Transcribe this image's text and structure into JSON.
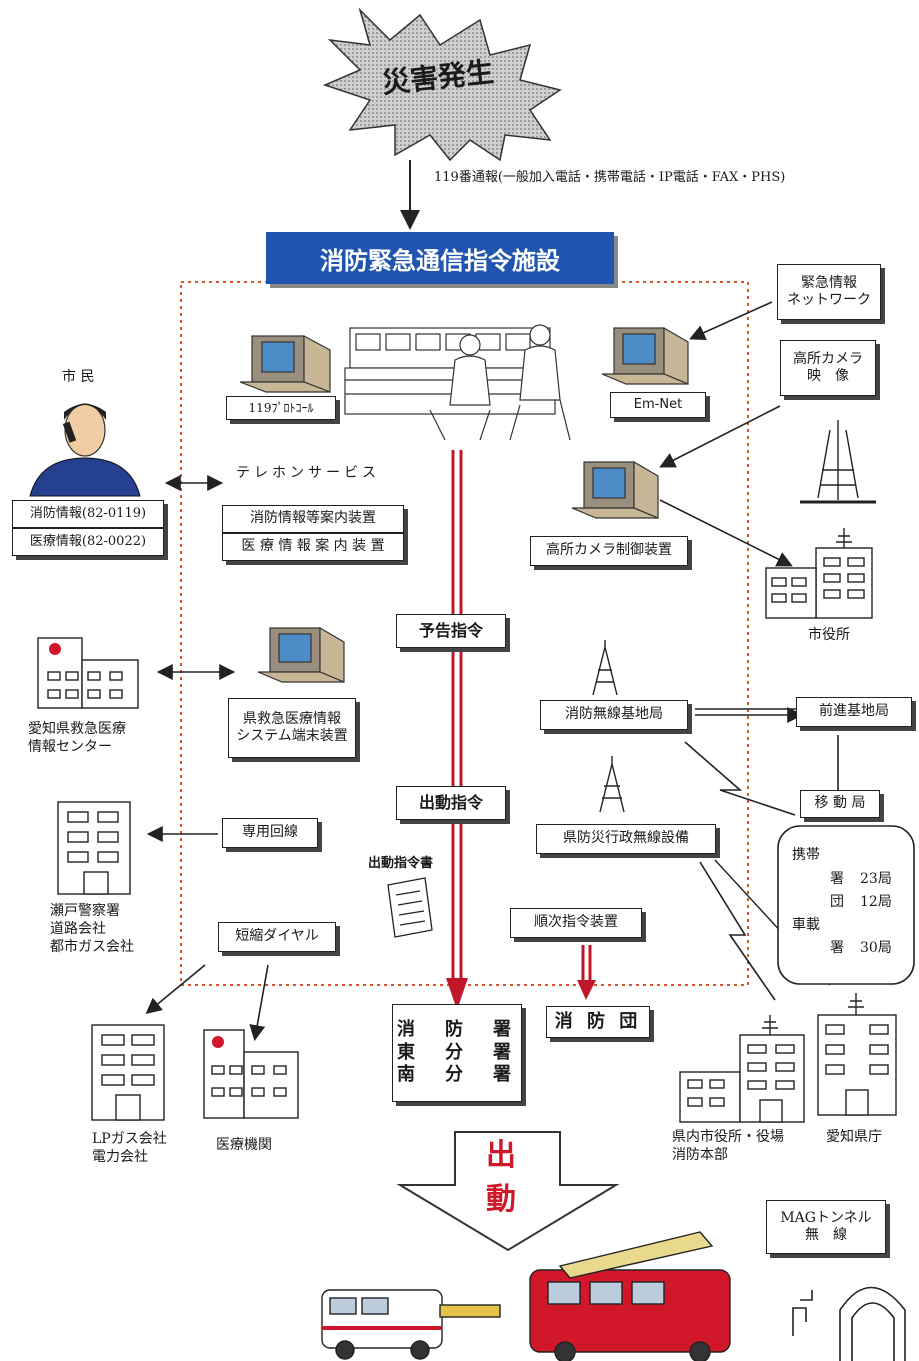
{
  "disaster": "災害発生",
  "report_119": "119番通報(一般加入電話・携帯電話・IP電話・FAX・PHS)",
  "facility": "消防緊急通信指令施設",
  "citizen": "市 民",
  "fire_info": "消防情報(82-0119)",
  "medical_info": "医療情報(82-0022)",
  "telephone_service": "テレホンサービス",
  "guide_device_fire": "消防情報等案内装置",
  "guide_device_medical": "医 療 情 報 案 内 装 置",
  "protocol_119": "119ﾌﾟﾛﾄｺｰﾙ",
  "em_net": "Em-Net",
  "emergency_network": [
    "緊急情報",
    "ネットワーク"
  ],
  "high_camera_video": [
    "高所カメラ",
    "映　像"
  ],
  "camera_control": "高所カメラ制御装置",
  "city_hall": "市役所",
  "advance_notice": "予告指令",
  "dispatch_order": "出動指令",
  "dispatch_document": "出動指令書",
  "prefecture_medical_terminal": [
    "県救急医療情報",
    "システム端末装置"
  ],
  "aichi_medical_center": [
    "愛知県救急医療",
    "情報センター"
  ],
  "fire_radio_base": "消防無線基地局",
  "forward_base": "前進基地局",
  "mobile_station": "移 動 局",
  "portable": "携帯",
  "stations": [
    {
      "name": "署",
      "count": "23局"
    },
    {
      "name": "団",
      "count": "12局"
    }
  ],
  "vehicle": "車載",
  "vehicle_station": {
    "name": "署",
    "count": "30局"
  },
  "pref_disaster_radio": "県防災行政無線設備",
  "dedicated_line": "専用回線",
  "police_etc": [
    "瀬戸警察署",
    "道路会社",
    "都市ガス会社"
  ],
  "speed_dial": "短縮ダイヤル",
  "sequential_command": "順次指令装置",
  "fire_stations": [
    "消　防　署",
    "東　分　署",
    "南　分　署"
  ],
  "fire_brigade": "消 防 団",
  "lp_gas_power": [
    "LPガス会社",
    "電力会社"
  ],
  "medical_institutions": "医療機関",
  "pref_municipal": [
    "県内市役所・役場",
    "消防本部"
  ],
  "aichi_pref_office": "愛知県庁",
  "dispatch_big": [
    "出",
    "動"
  ],
  "mag_tunnel": [
    "MAGトンネル",
    "無　線"
  ],
  "colors": {
    "facility_blue": "#1f55b0",
    "arrow_red": "#c0182a",
    "dotted_border": "#d8552b"
  }
}
